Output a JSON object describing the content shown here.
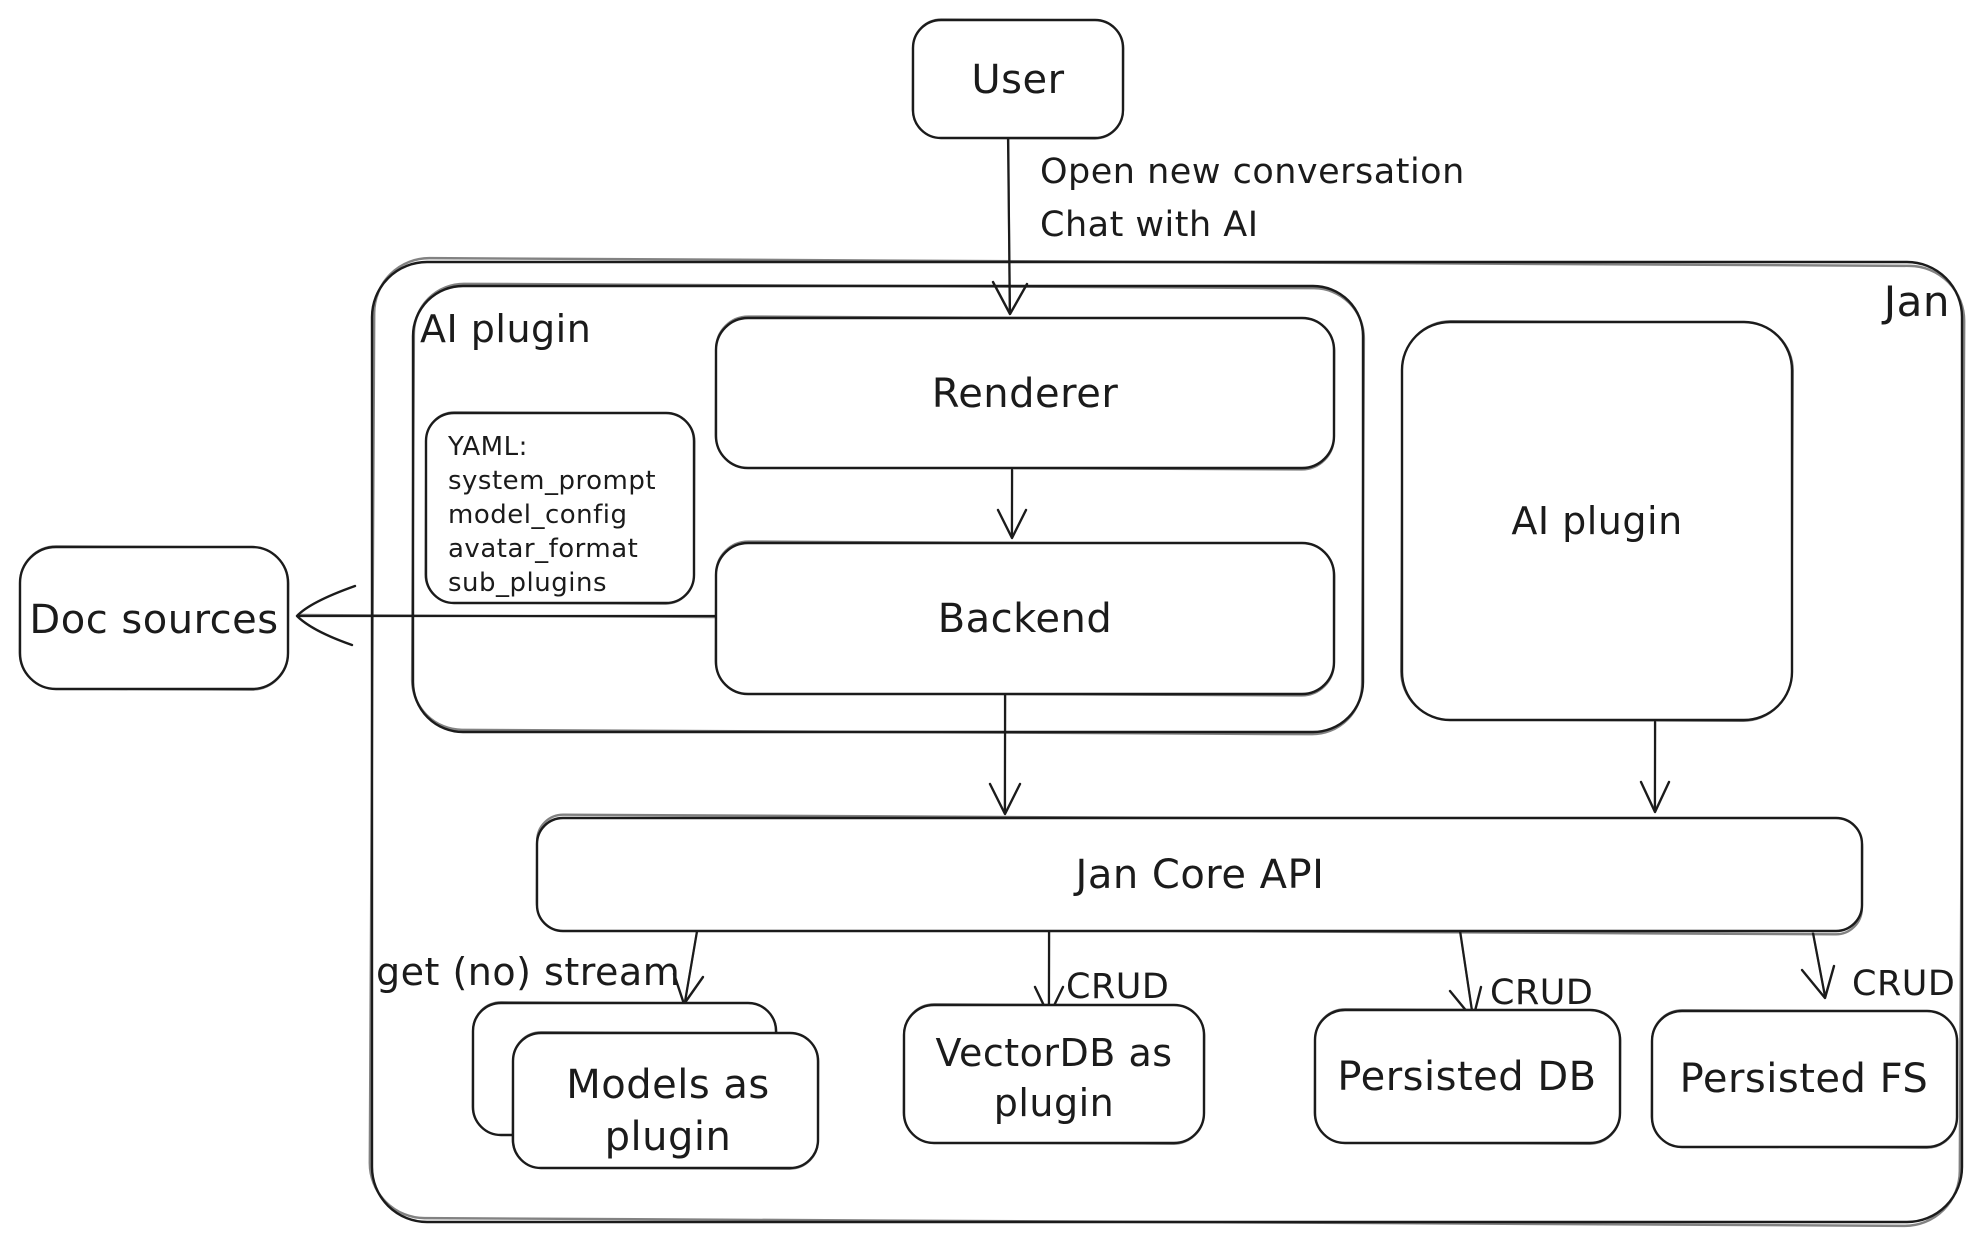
{
  "diagram": {
    "colors": {
      "stroke": "#1b1b1b",
      "background": "#ffffff"
    },
    "nodes": {
      "user": {
        "label": "User"
      },
      "jan_container": {
        "label": "Jan"
      },
      "ai_plugin_container": {
        "label": "AI plugin"
      },
      "renderer": {
        "label": "Renderer"
      },
      "yaml_note": {
        "lines": [
          "YAML:",
          "system_prompt",
          "model_config",
          "avatar_format",
          "sub_plugins"
        ]
      },
      "backend": {
        "label": "Backend"
      },
      "ai_plugin_right": {
        "label": "AI plugin"
      },
      "doc_sources": {
        "label": "Doc sources"
      },
      "jan_core_api": {
        "label": "Jan Core API"
      },
      "models_as_plugin": {
        "lines": [
          "Models as",
          "plugin"
        ]
      },
      "vectordb_plugin": {
        "lines": [
          "VectorDB as",
          "plugin"
        ]
      },
      "persisted_db": {
        "label": "Persisted DB"
      },
      "persisted_fs": {
        "label": "Persisted FS"
      }
    },
    "edge_labels": {
      "user_to_renderer": {
        "lines": [
          "Open new conversation",
          "Chat with AI"
        ]
      },
      "get_no_stream": "get (no) stream",
      "crud_vectordb": "CRUD",
      "crud_persisted_db": "CRUD",
      "crud_persisted_fs": "CRUD"
    }
  }
}
